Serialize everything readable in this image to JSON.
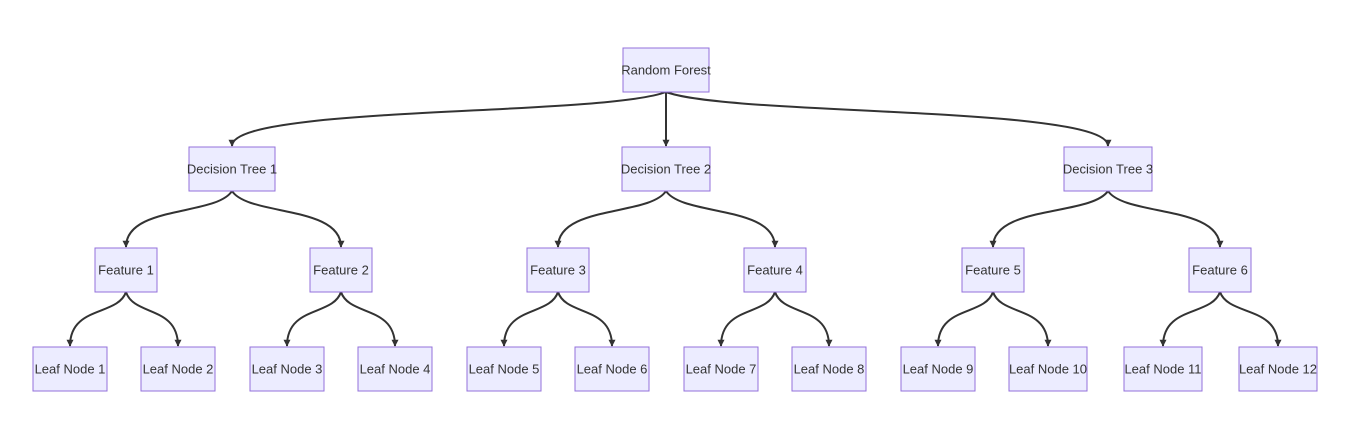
{
  "diagram": {
    "type": "tree",
    "colors": {
      "node_fill": "#ECECFF",
      "node_border": "#9370DB",
      "edge": "#333333",
      "text": "#333333"
    },
    "nodes": [
      {
        "id": "rf",
        "label": "Random Forest"
      },
      {
        "id": "dt1",
        "label": "Decision Tree 1"
      },
      {
        "id": "dt2",
        "label": "Decision Tree 2"
      },
      {
        "id": "dt3",
        "label": "Decision Tree 3"
      },
      {
        "id": "f1",
        "label": "Feature 1"
      },
      {
        "id": "f2",
        "label": "Feature 2"
      },
      {
        "id": "f3",
        "label": "Feature 3"
      },
      {
        "id": "f4",
        "label": "Feature 4"
      },
      {
        "id": "f5",
        "label": "Feature 5"
      },
      {
        "id": "f6",
        "label": "Feature 6"
      },
      {
        "id": "l1",
        "label": "Leaf Node 1"
      },
      {
        "id": "l2",
        "label": "Leaf Node 2"
      },
      {
        "id": "l3",
        "label": "Leaf Node 3"
      },
      {
        "id": "l4",
        "label": "Leaf Node 4"
      },
      {
        "id": "l5",
        "label": "Leaf Node 5"
      },
      {
        "id": "l6",
        "label": "Leaf Node 6"
      },
      {
        "id": "l7",
        "label": "Leaf Node 7"
      },
      {
        "id": "l8",
        "label": "Leaf Node 8"
      },
      {
        "id": "l9",
        "label": "Leaf Node 9"
      },
      {
        "id": "l10",
        "label": "Leaf Node 10"
      },
      {
        "id": "l11",
        "label": "Leaf Node 11"
      },
      {
        "id": "l12",
        "label": "Leaf Node 12"
      }
    ],
    "edges": [
      {
        "from": "rf",
        "to": "dt1"
      },
      {
        "from": "rf",
        "to": "dt2"
      },
      {
        "from": "rf",
        "to": "dt3"
      },
      {
        "from": "dt1",
        "to": "f1"
      },
      {
        "from": "dt1",
        "to": "f2"
      },
      {
        "from": "dt2",
        "to": "f3"
      },
      {
        "from": "dt2",
        "to": "f4"
      },
      {
        "from": "dt3",
        "to": "f5"
      },
      {
        "from": "dt3",
        "to": "f6"
      },
      {
        "from": "f1",
        "to": "l1"
      },
      {
        "from": "f1",
        "to": "l2"
      },
      {
        "from": "f2",
        "to": "l3"
      },
      {
        "from": "f2",
        "to": "l4"
      },
      {
        "from": "f3",
        "to": "l5"
      },
      {
        "from": "f3",
        "to": "l6"
      },
      {
        "from": "f4",
        "to": "l7"
      },
      {
        "from": "f4",
        "to": "l8"
      },
      {
        "from": "f5",
        "to": "l9"
      },
      {
        "from": "f5",
        "to": "l10"
      },
      {
        "from": "f6",
        "to": "l11"
      },
      {
        "from": "f6",
        "to": "l12"
      }
    ]
  }
}
